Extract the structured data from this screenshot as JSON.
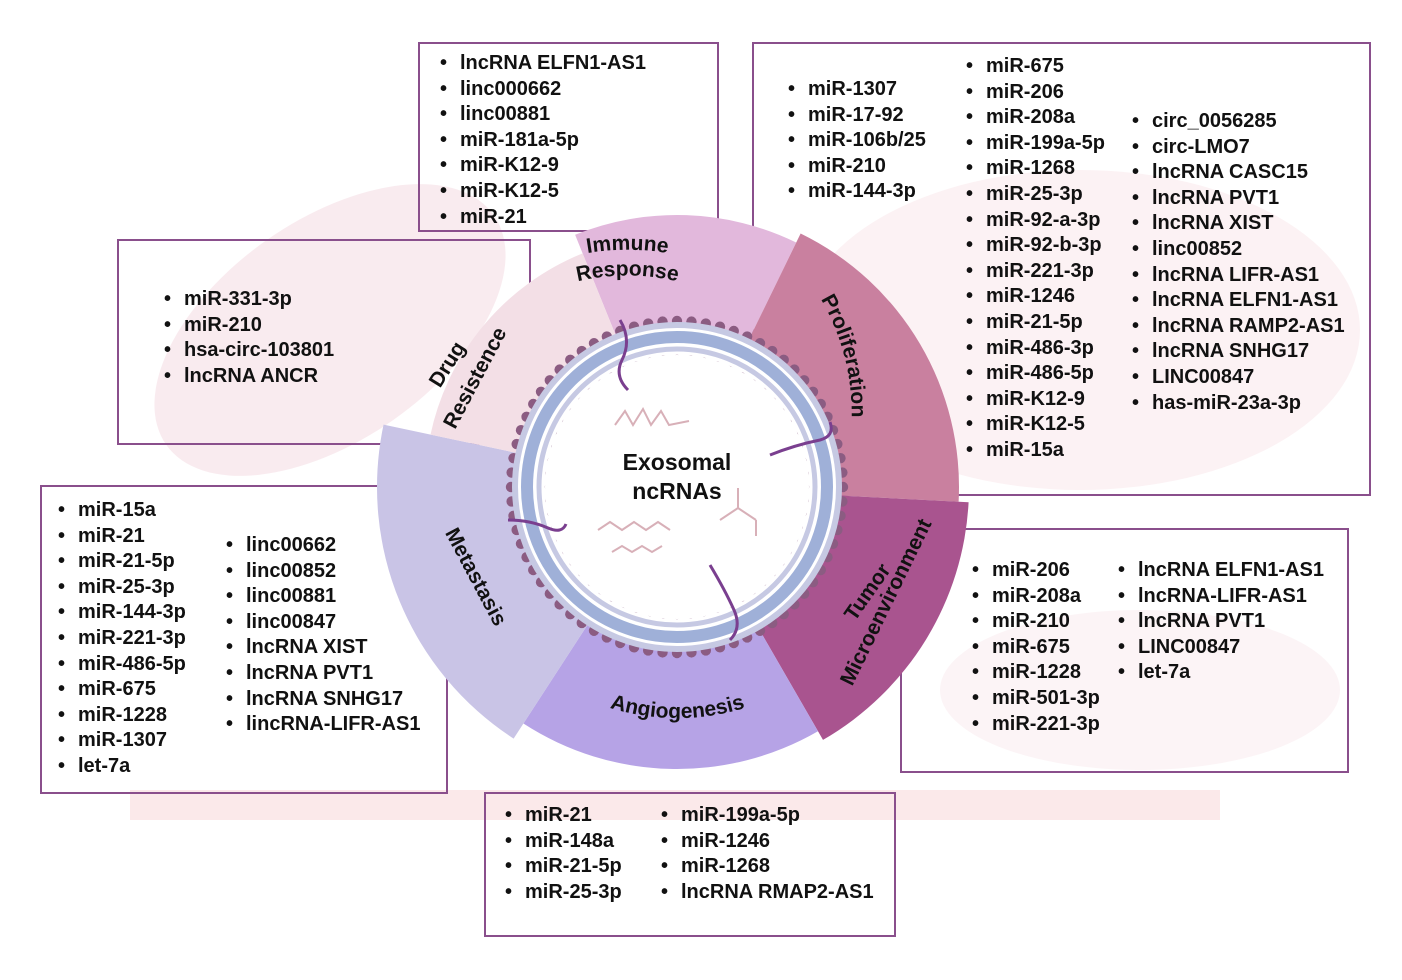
{
  "center": {
    "line1": "Exosomal",
    "line2": "ncRNAs"
  },
  "colors": {
    "box_border": "#8a4f8c",
    "immune": "#e2b8dc",
    "proliferation": "#c9809f",
    "tumor": "#a9548f",
    "angiogenesis": "#b6a3e6",
    "metastasis": "#c9c4e6",
    "drug": "#f3dfe6",
    "membrane": "#8b5c82"
  },
  "segments": {
    "immune": {
      "line1": "Immune",
      "line2": "Response"
    },
    "proliferation": {
      "label": "Proliferation"
    },
    "tumor": {
      "line1": "Tumor",
      "line2": "Microenvironment"
    },
    "angiogenesis": {
      "label": "Angiogenesis"
    },
    "metastasis": {
      "label": "Metastasis"
    },
    "drug": {
      "line1": "Drug",
      "line2": "Resistence"
    }
  },
  "immune_response": {
    "items": [
      "lncRNA ELFN1-AS1",
      "linc000662",
      "linc00881",
      "miR-181a-5p",
      "miR-K12-9",
      "miR-K12-5",
      "miR-21"
    ]
  },
  "proliferation": {
    "col1": [
      "miR-1307",
      "miR-17-92",
      "miR-106b/25",
      "miR-210",
      "miR-144-3p"
    ],
    "col2": [
      "miR-675",
      "miR-206",
      "miR-208a",
      "miR-199a-5p",
      "miR-1268",
      "miR-25-3p",
      "miR-92-a-3p",
      "miR-92-b-3p",
      "miR-221-3p",
      "miR-1246",
      "miR-21-5p",
      "miR-486-3p",
      "miR-486-5p",
      "miR-K12-9",
      "miR-K12-5",
      "miR-15a"
    ],
    "col3": [
      "circ_0056285",
      "circ-LMO7",
      "lncRNA CASC15",
      "lncRNA PVT1",
      "lncRNA XIST",
      "linc00852",
      "lncRNA LIFR-AS1",
      "lncRNA ELFN1-AS1",
      "lncRNA RAMP2-AS1",
      "lncRNA SNHG17",
      "LINC00847",
      "has-miR-23a-3p"
    ]
  },
  "drug_resistance": {
    "items": [
      "miR-331-3p",
      "miR-210",
      "hsa-circ-103801",
      "lncRNA ANCR"
    ]
  },
  "metastasis": {
    "col1": [
      "miR-15a",
      "miR-21",
      "miR-21-5p",
      "miR-25-3p",
      "miR-144-3p",
      "miR-221-3p",
      "miR-486-5p",
      "miR-675",
      "miR-1228",
      "miR-1307",
      "let-7a"
    ],
    "col2": [
      "linc00662",
      "linc00852",
      "linc00881",
      "linc00847",
      "lncRNA XIST",
      "lncRNA PVT1",
      "lncRNA SNHG17",
      "lincRNA-LIFR-AS1"
    ]
  },
  "tumor_microenvironment": {
    "col1": [
      "miR-206",
      "miR-208a",
      "miR-210",
      "miR-675",
      "miR-1228",
      "miR-501-3p",
      "miR-221-3p"
    ],
    "col2": [
      "lncRNA ELFN1-AS1",
      "lncRNA-LIFR-AS1",
      "lncRNA PVT1",
      "LINC00847",
      "let-7a"
    ]
  },
  "angiogenesis": {
    "col1": [
      "miR-21",
      "miR-148a",
      "miR-21-5p",
      "miR-25-3p"
    ],
    "col2": [
      "miR-199a-5p",
      "miR-1246",
      "miR-1268",
      "lncRNA RMAP2-AS1"
    ]
  }
}
